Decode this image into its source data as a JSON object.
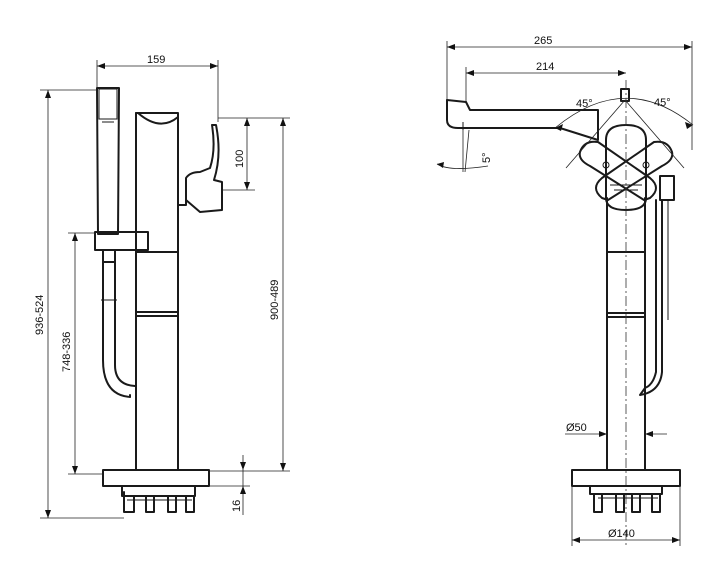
{
  "side_view": {
    "dim_handshower_to_body": "159",
    "dim_lever_height": "100",
    "dim_total_height": "936-524",
    "dim_handshower_holder_height": "748-336",
    "dim_spout_height": "900-489",
    "dim_base_thickness": "16"
  },
  "front_view": {
    "dim_overall_width": "265",
    "dim_spout_reach": "214",
    "dim_lever_angle_left": "45°",
    "dim_lever_angle_right": "45°",
    "dim_spout_tilt": "5°",
    "dim_column_diameter": "Ø50",
    "dim_base_diameter": "Ø140"
  }
}
